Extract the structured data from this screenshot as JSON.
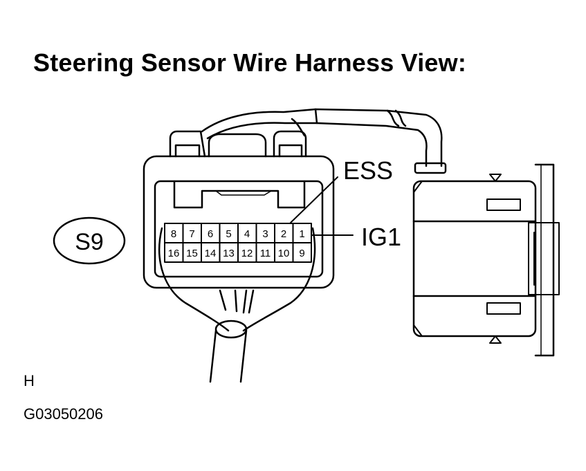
{
  "title": "Steering Sensor Wire Harness View:",
  "connector_id": "S9",
  "terminals": {
    "top_row": [
      "8",
      "7",
      "6",
      "5",
      "4",
      "3",
      "2",
      "1"
    ],
    "bottom_row": [
      "16",
      "15",
      "14",
      "13",
      "12",
      "11",
      "10",
      "9"
    ]
  },
  "callouts": {
    "ess": "ESS",
    "ig1": "IG1"
  },
  "view_code": "H",
  "figure_code": "G03050206"
}
